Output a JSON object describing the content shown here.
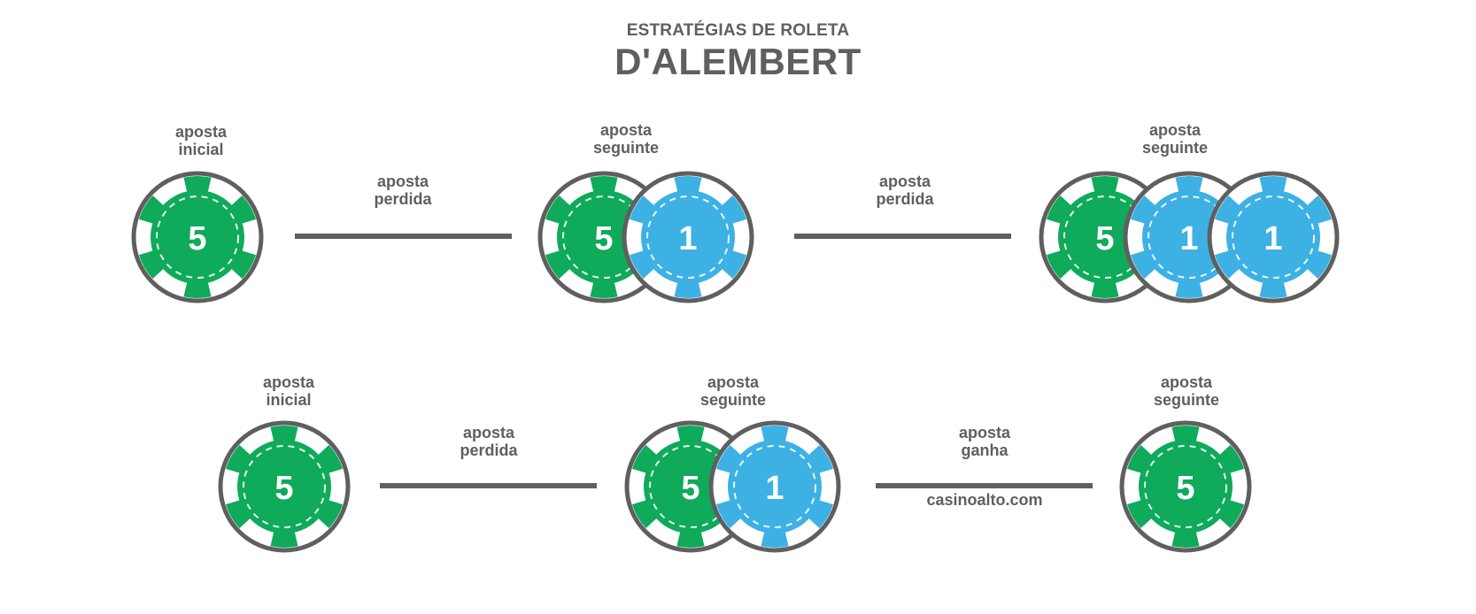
{
  "header": {
    "subtitle": "ESTRATÉGIAS DE ROLETA",
    "title": "D'ALEMBERT"
  },
  "colors": {
    "green": "#0faa5a",
    "blue": "#3db1e4",
    "outline": "#5f5f5f",
    "text": "#5f5f5f"
  },
  "rows": [
    {
      "stages": [
        {
          "label": [
            "aposta",
            "inicial"
          ],
          "chips": [
            {
              "color": "green",
              "value": "5"
            }
          ]
        },
        {
          "label": [
            "aposta",
            "seguinte"
          ],
          "chips": [
            {
              "color": "green",
              "value": "5"
            },
            {
              "color": "blue",
              "value": "1"
            }
          ]
        },
        {
          "label": [
            "aposta",
            "seguinte"
          ],
          "chips": [
            {
              "color": "green",
              "value": "5"
            },
            {
              "color": "blue",
              "value": "1"
            },
            {
              "color": "blue",
              "value": "1"
            }
          ]
        }
      ],
      "connectors": [
        {
          "label": [
            "aposta",
            "perdida"
          ]
        },
        {
          "label": [
            "aposta",
            "perdida"
          ]
        }
      ]
    },
    {
      "stages": [
        {
          "label": [
            "aposta",
            "inicial"
          ],
          "chips": [
            {
              "color": "green",
              "value": "5"
            }
          ]
        },
        {
          "label": [
            "aposta",
            "seguinte"
          ],
          "chips": [
            {
              "color": "green",
              "value": "5"
            },
            {
              "color": "blue",
              "value": "1"
            }
          ]
        },
        {
          "label": [
            "aposta",
            "seguinte"
          ],
          "chips": [
            {
              "color": "green",
              "value": "5"
            }
          ]
        }
      ],
      "connectors": [
        {
          "label": [
            "aposta",
            "perdida"
          ]
        },
        {
          "label": [
            "aposta",
            "ganha"
          ]
        }
      ]
    }
  ],
  "watermark": "casinoalto.com"
}
